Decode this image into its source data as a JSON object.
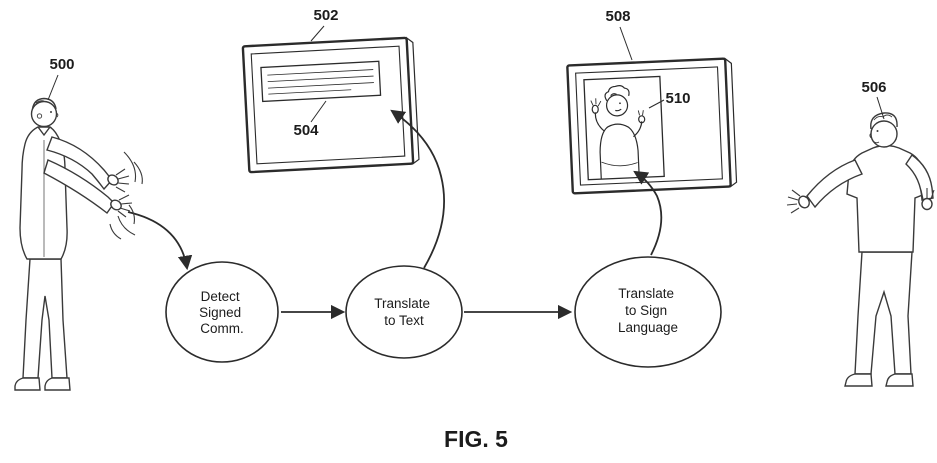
{
  "figure": {
    "caption": "FIG. 5",
    "colors": {
      "ink": "#2b2b2b",
      "background": "#ffffff"
    },
    "ref_labels": {
      "signer": "500",
      "text_display": "502",
      "text_region": "504",
      "viewer": "506",
      "sign_display": "508",
      "sign_region": "510"
    },
    "process_nodes": {
      "detect": [
        "Detect",
        "Signed",
        "Comm."
      ],
      "translate_text": [
        "Translate",
        "to Text"
      ],
      "translate_sign": [
        "Translate",
        "to Sign",
        "Language"
      ]
    }
  }
}
